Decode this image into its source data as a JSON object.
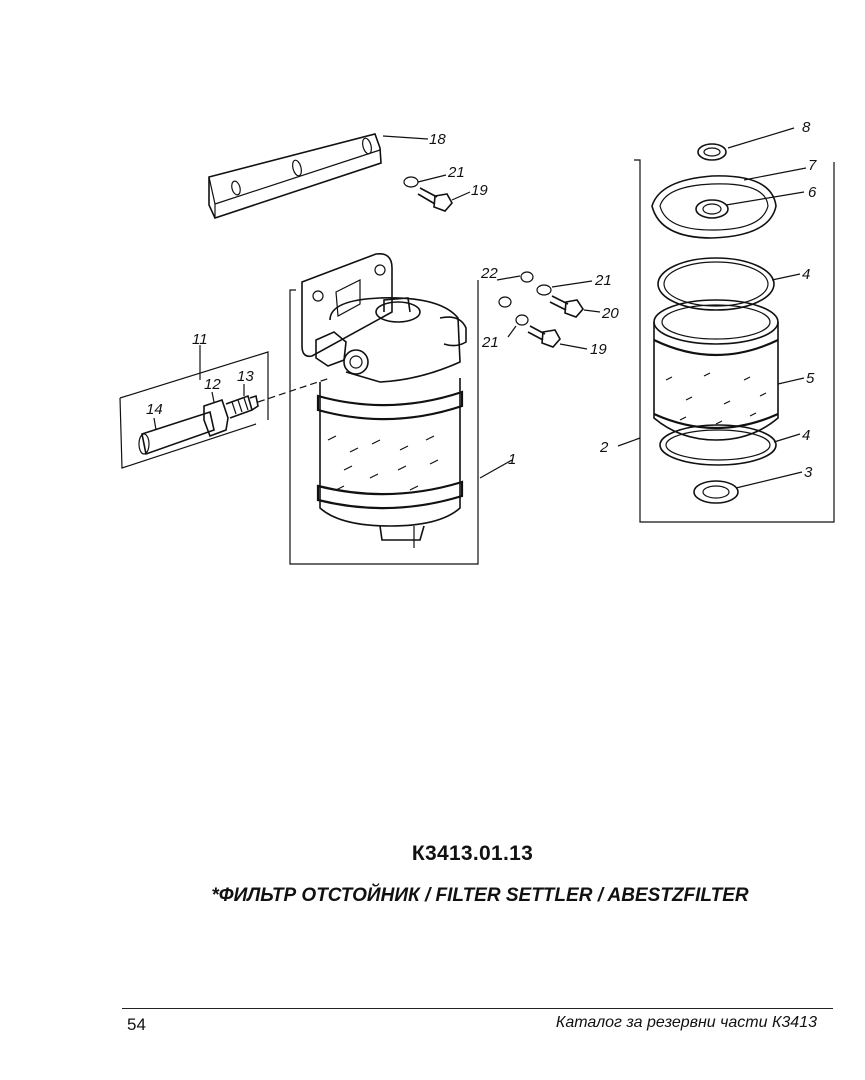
{
  "diagram": {
    "callouts": [
      "1",
      "2",
      "3",
      "4",
      "4",
      "5",
      "6",
      "7",
      "8",
      "11",
      "12",
      "13",
      "14",
      "18",
      "19",
      "19",
      "20",
      "21",
      "21",
      "21",
      "22"
    ]
  },
  "caption": {
    "code": "К3413.01.13",
    "title": "*ФИЛЬТР ОТСТОЙНИК / FILTER SETTLER / ABESTZFILTER"
  },
  "footer": {
    "page_number": "54",
    "catalog_name": "Каталог за резервни части К3413"
  }
}
